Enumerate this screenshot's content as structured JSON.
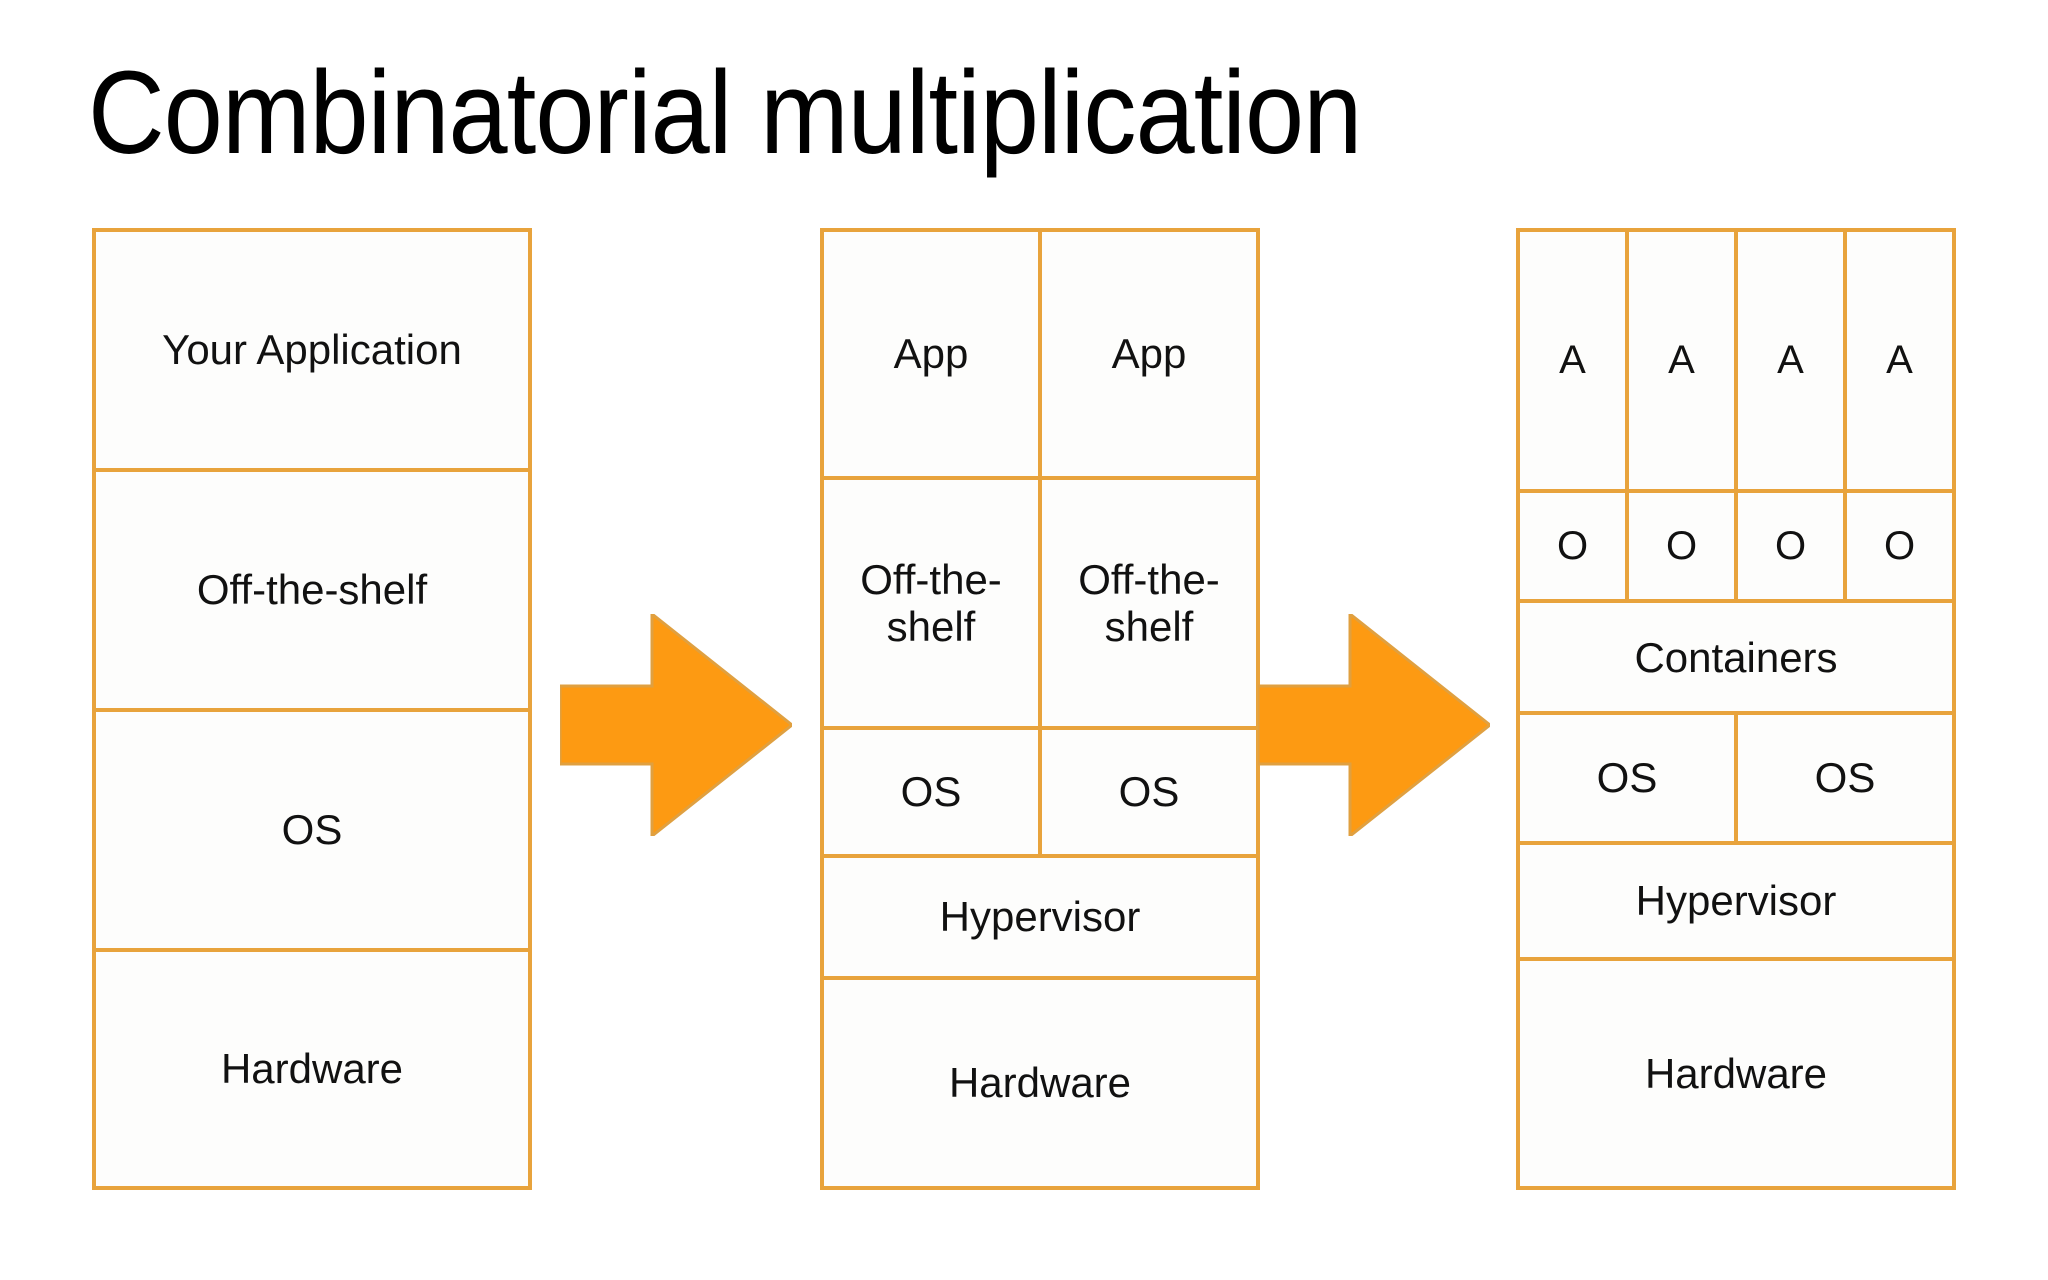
{
  "slide": {
    "title": "Combinatorial multiplication",
    "background_color": "#FFFFFF",
    "border_color": "#E8A33C",
    "arrow_color": "#FD9A12",
    "text_color": "#000000"
  },
  "diagram": {
    "type": "three-stage software stack progression",
    "stages": [
      {
        "name": "bare-metal-stack",
        "columns": 1,
        "layers": [
          {
            "name": "application",
            "cells": [
              "Your Application"
            ]
          },
          {
            "name": "off-the-shelf",
            "cells": [
              "Off-the-shelf"
            ]
          },
          {
            "name": "operating-system",
            "cells": [
              "OS"
            ]
          },
          {
            "name": "hardware",
            "cells": [
              "Hardware"
            ]
          }
        ]
      },
      {
        "name": "virtualized-stack",
        "columns": 2,
        "layers": [
          {
            "name": "application",
            "cells": [
              "App",
              "App"
            ]
          },
          {
            "name": "off-the-shelf",
            "cells": [
              "Off-the-\nshelf",
              "Off-the-\nshelf"
            ]
          },
          {
            "name": "operating-system",
            "cells": [
              "OS",
              "OS"
            ]
          },
          {
            "name": "hypervisor",
            "cells": [
              "Hypervisor"
            ]
          },
          {
            "name": "hardware",
            "cells": [
              "Hardware"
            ]
          }
        ]
      },
      {
        "name": "containerized-stack",
        "columns": 4,
        "layers": [
          {
            "name": "application",
            "cells": [
              "A",
              "A",
              "A",
              "A"
            ]
          },
          {
            "name": "off-the-shelf",
            "cells": [
              "O",
              "O",
              "O",
              "O"
            ]
          },
          {
            "name": "containers",
            "cells": [
              "Containers"
            ]
          },
          {
            "name": "operating-system",
            "cells": [
              "OS",
              "OS"
            ]
          },
          {
            "name": "hypervisor",
            "cells": [
              "Hypervisor"
            ]
          },
          {
            "name": "hardware",
            "cells": [
              "Hardware"
            ]
          }
        ]
      }
    ],
    "arrows": [
      {
        "name": "arrow-stage1-to-stage2",
        "direction": "right"
      },
      {
        "name": "arrow-stage2-to-stage3",
        "direction": "right"
      }
    ]
  }
}
